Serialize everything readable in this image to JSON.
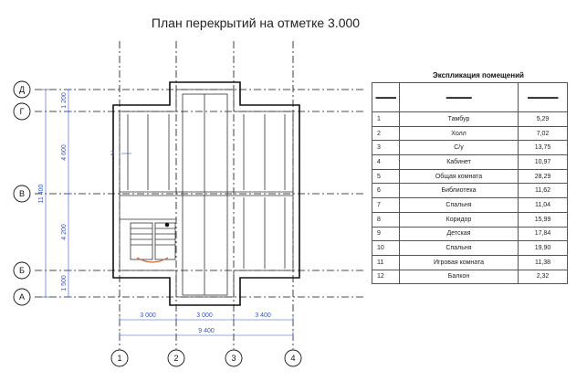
{
  "title": "План перекрытий на отметке 3.000",
  "row_axes": [
    "Д",
    "Г",
    "В",
    "Б",
    "А"
  ],
  "col_axes": [
    "1",
    "2",
    "3",
    "4"
  ],
  "dims_vertical": [
    "1 200",
    "4 600",
    "4 200",
    "1 500"
  ],
  "dim_vertical_total": "11 400",
  "dims_horizontal": [
    "3 000",
    "3 000",
    "3 400"
  ],
  "dim_horizontal_total": "9 400",
  "callout": "2",
  "explication": {
    "title": "Экспликация помещений",
    "header": [
      "▬▬▬▬",
      "▬▬▬▬▬",
      "▬▬▬▬▬▬"
    ],
    "rows": [
      {
        "n": "1",
        "name": "Тамбур",
        "area": "5,29"
      },
      {
        "n": "2",
        "name": "Холл",
        "area": "7,02"
      },
      {
        "n": "3",
        "name": "С/у",
        "area": "13,75"
      },
      {
        "n": "4",
        "name": "Кабинет",
        "area": "10,97"
      },
      {
        "n": "5",
        "name": "Общая комната",
        "area": "28,29"
      },
      {
        "n": "6",
        "name": "Библиотека",
        "area": "11,62"
      },
      {
        "n": "7",
        "name": "Спальня",
        "area": "11,04"
      },
      {
        "n": "8",
        "name": "Коридор",
        "area": "15,99"
      },
      {
        "n": "9",
        "name": "Детская",
        "area": "17,84"
      },
      {
        "n": "10",
        "name": "Спальня",
        "area": "19,90"
      },
      {
        "n": "11",
        "name": "Игровая комната",
        "area": "11,38"
      },
      {
        "n": "12",
        "name": "Балкон",
        "area": "2,32"
      }
    ]
  },
  "colors": {
    "line": "#222222",
    "dim": "#3355cc",
    "stair": "#cc6633"
  }
}
